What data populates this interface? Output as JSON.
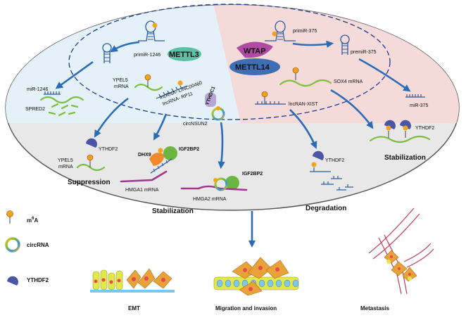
{
  "labels": {
    "mettl3": "METTL3",
    "wtap": "WTAP",
    "mettl14": "METTL14",
    "primir1246": "primiR-1246",
    "mir1246": "miR-1246",
    "spred2": "SPRED2",
    "ypel5_mrna_line1": "YPEL5",
    "ypel5_mrna_line2": "mRNA",
    "lncrna_linc": "lncRNA- LINC00460",
    "lncrna_rp11": "lncRNA- RP11",
    "ythdc1": "YTHDC1",
    "circnsun2": "circNSUN2",
    "dhx9": "DHX9",
    "igf2bp2_a": "IGF2BP2",
    "igf2bp2_b": "IGF2BP2",
    "ythdf2_a": "YTHDF2",
    "ythdf2_b": "YTHDF2",
    "ythdf2_c": "YTHDF2",
    "ypel5_mrna2_line1": "YPEL5",
    "ypel5_mrna2_line2": "mRNA",
    "suppression": "Suppression",
    "hmga1": "HMGA1 mRNA",
    "hmga2": "HMGA2 mRNA",
    "stabilization_left": "Stabilization",
    "stabilization_right": "Stabilization",
    "degradation": "Degradation",
    "primir375": "primiR-375",
    "premir375": "premiR-375",
    "sox4": "SOX4 mRNA",
    "lncran_xist": "lncRAN-XIST",
    "mir375": "miR-375"
  },
  "legend": {
    "m6a_prefix": "m",
    "m6a_sup": "6",
    "m6a_suffix": "A",
    "circrna": "circRNA",
    "ythdf2": "YTHDF2"
  },
  "outcomes": {
    "emt": "EMT",
    "migration": "Migration and invasion",
    "metastasis": "Metastasis"
  },
  "colors": {
    "ellipse_fill": "#e8e8e8",
    "left_region": "#e4f1f8",
    "right_region": "#f5dada",
    "arrow_blue": "#2b6cb6",
    "mettl3": "#5fbfa4",
    "wtap": "#b04aa3",
    "mettl14": "#3e6fb5",
    "ythdf2": "#4a55a8",
    "igf2bp2": "#6cb542",
    "dhx9": "#f28a2c",
    "m6a": "#f6a21c",
    "rna_green": "#7cbf3c",
    "rna_purple": "#a3358d"
  }
}
